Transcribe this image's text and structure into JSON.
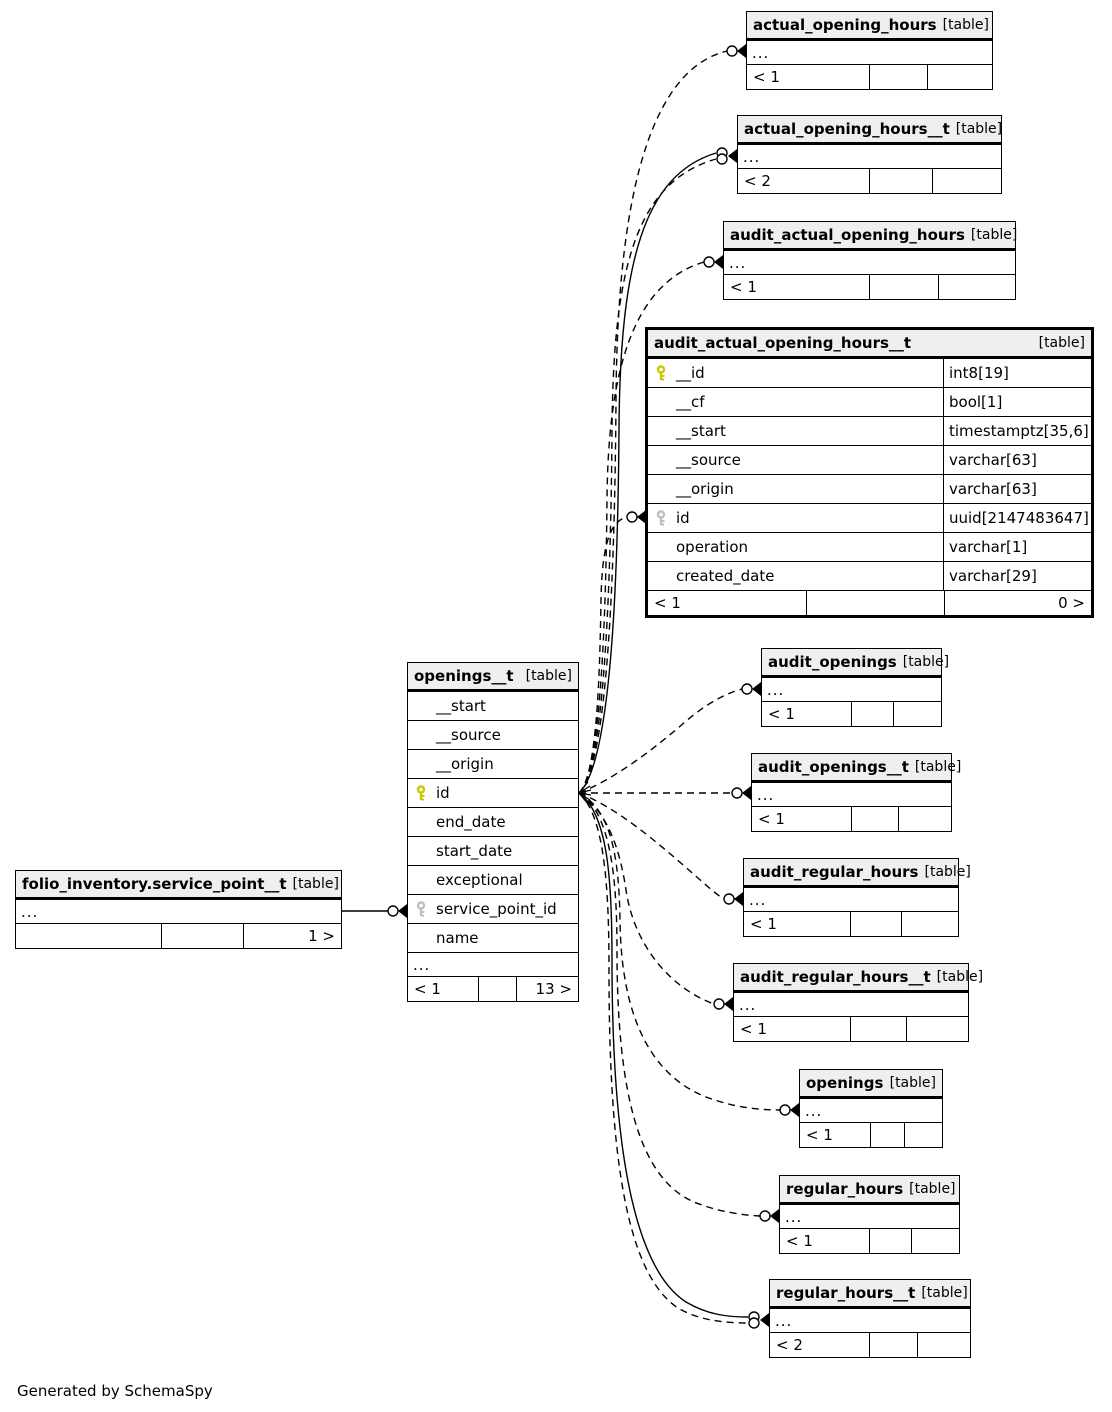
{
  "footer_note": "Generated by SchemaSpy",
  "colors": {
    "header_bg": "#efefef",
    "border": "#000000",
    "primary_key": "#c9c900",
    "foreign_key": "#bfbfbf"
  },
  "tables": [
    {
      "id": "actual_opening_hours",
      "name": "actual_opening_hours",
      "tag": "[table]",
      "rows": [
        {
          "label": "...",
          "ellipsis": true
        }
      ],
      "footer": [
        "< 1",
        "",
        ""
      ]
    },
    {
      "id": "actual_opening_hours__t",
      "name": "actual_opening_hours__t",
      "tag": "[table]",
      "rows": [
        {
          "label": "...",
          "ellipsis": true
        }
      ],
      "footer": [
        "< 2",
        "",
        ""
      ]
    },
    {
      "id": "audit_actual_opening_hours",
      "name": "audit_actual_opening_hours",
      "tag": "[table]",
      "rows": [
        {
          "label": "...",
          "ellipsis": true
        }
      ],
      "footer": [
        "< 1",
        "",
        ""
      ]
    },
    {
      "id": "audit_actual_opening_hours__t",
      "name": "audit_actual_opening_hours__t",
      "tag": "[table]",
      "emphasized": true,
      "rows": [
        {
          "label": "__id",
          "type": "int8[19]",
          "key": "primary"
        },
        {
          "label": "__cf",
          "type": "bool[1]"
        },
        {
          "label": "__start",
          "type": "timestamptz[35,6]"
        },
        {
          "label": "__source",
          "type": "varchar[63]"
        },
        {
          "label": "__origin",
          "type": "varchar[63]"
        },
        {
          "label": "id",
          "type": "uuid[2147483647]",
          "key": "foreign"
        },
        {
          "label": "operation",
          "type": "varchar[1]"
        },
        {
          "label": "created_date",
          "type": "varchar[29]"
        }
      ],
      "footer": [
        "< 1",
        "",
        "0 >"
      ]
    },
    {
      "id": "openings__t",
      "name": "openings__t",
      "tag": "[table]",
      "rows": [
        {
          "label": "__start"
        },
        {
          "label": "__source"
        },
        {
          "label": "__origin"
        },
        {
          "label": "id",
          "key": "primary"
        },
        {
          "label": "end_date"
        },
        {
          "label": "start_date"
        },
        {
          "label": "exceptional"
        },
        {
          "label": "service_point_id",
          "key": "foreign"
        },
        {
          "label": "name"
        },
        {
          "label": "...",
          "ellipsis": true
        }
      ],
      "footer": [
        "< 1",
        "",
        "13 >"
      ]
    },
    {
      "id": "service_point__t",
      "name": "folio_inventory.service_point__t",
      "tag": "[table]",
      "rows": [
        {
          "label": "...",
          "ellipsis": true
        }
      ],
      "footer": [
        "",
        "",
        "1 >"
      ]
    },
    {
      "id": "audit_openings",
      "name": "audit_openings",
      "tag": "[table]",
      "rows": [
        {
          "label": "...",
          "ellipsis": true
        }
      ],
      "footer": [
        "< 1",
        "",
        ""
      ]
    },
    {
      "id": "audit_openings__t",
      "name": "audit_openings__t",
      "tag": "[table]",
      "rows": [
        {
          "label": "...",
          "ellipsis": true
        }
      ],
      "footer": [
        "< 1",
        "",
        ""
      ]
    },
    {
      "id": "audit_regular_hours",
      "name": "audit_regular_hours",
      "tag": "[table]",
      "rows": [
        {
          "label": "...",
          "ellipsis": true
        }
      ],
      "footer": [
        "< 1",
        "",
        ""
      ]
    },
    {
      "id": "audit_regular_hours__t",
      "name": "audit_regular_hours__t",
      "tag": "[table]",
      "rows": [
        {
          "label": "...",
          "ellipsis": true
        }
      ],
      "footer": [
        "< 1",
        "",
        ""
      ]
    },
    {
      "id": "openings",
      "name": "openings",
      "tag": "[table]",
      "rows": [
        {
          "label": "...",
          "ellipsis": true
        }
      ],
      "footer": [
        "< 1",
        "",
        ""
      ]
    },
    {
      "id": "regular_hours",
      "name": "regular_hours",
      "tag": "[table]",
      "rows": [
        {
          "label": "...",
          "ellipsis": true
        }
      ],
      "footer": [
        "< 1",
        "",
        ""
      ]
    },
    {
      "id": "regular_hours__t",
      "name": "regular_hours__t",
      "tag": "[table]",
      "rows": [
        {
          "label": "...",
          "ellipsis": true
        }
      ],
      "footer": [
        "< 2",
        "",
        ""
      ]
    }
  ],
  "edges": [
    {
      "id": "e-actual",
      "from": "openings__t.id",
      "to": "actual_opening_hours",
      "style": "dashed"
    },
    {
      "id": "e-actual-t-solid",
      "from": "openings__t.id",
      "to": "actual_opening_hours__t",
      "style": "solid"
    },
    {
      "id": "e-actual-t-dashed",
      "from": "openings__t.id",
      "to": "actual_opening_hours__t",
      "style": "dashed"
    },
    {
      "id": "e-audit-actual",
      "from": "openings__t.id",
      "to": "audit_actual_opening_hours",
      "style": "dashed"
    },
    {
      "id": "e-audit-actual-t",
      "from": "openings__t.id",
      "to": "audit_actual_opening_hours__t.id",
      "style": "dashed"
    },
    {
      "id": "e-audit-openings",
      "from": "openings__t.id",
      "to": "audit_openings",
      "style": "dashed"
    },
    {
      "id": "e-audit-openings-t",
      "from": "openings__t.id",
      "to": "audit_openings__t",
      "style": "dashed"
    },
    {
      "id": "e-audit-regular",
      "from": "openings__t.id",
      "to": "audit_regular_hours",
      "style": "dashed"
    },
    {
      "id": "e-audit-regular-t",
      "from": "openings__t.id",
      "to": "audit_regular_hours__t",
      "style": "dashed"
    },
    {
      "id": "e-openings",
      "from": "openings__t.id",
      "to": "openings",
      "style": "dashed"
    },
    {
      "id": "e-regular",
      "from": "openings__t.id",
      "to": "regular_hours",
      "style": "dashed"
    },
    {
      "id": "e-regular-t-solid",
      "from": "openings__t.id",
      "to": "regular_hours__t",
      "style": "solid"
    },
    {
      "id": "e-regular-t-dashed",
      "from": "openings__t.id",
      "to": "regular_hours__t",
      "style": "dashed"
    },
    {
      "id": "e-service",
      "from": "folio_inventory.service_point__t",
      "to": "openings__t.service_point_id",
      "style": "solid"
    }
  ]
}
